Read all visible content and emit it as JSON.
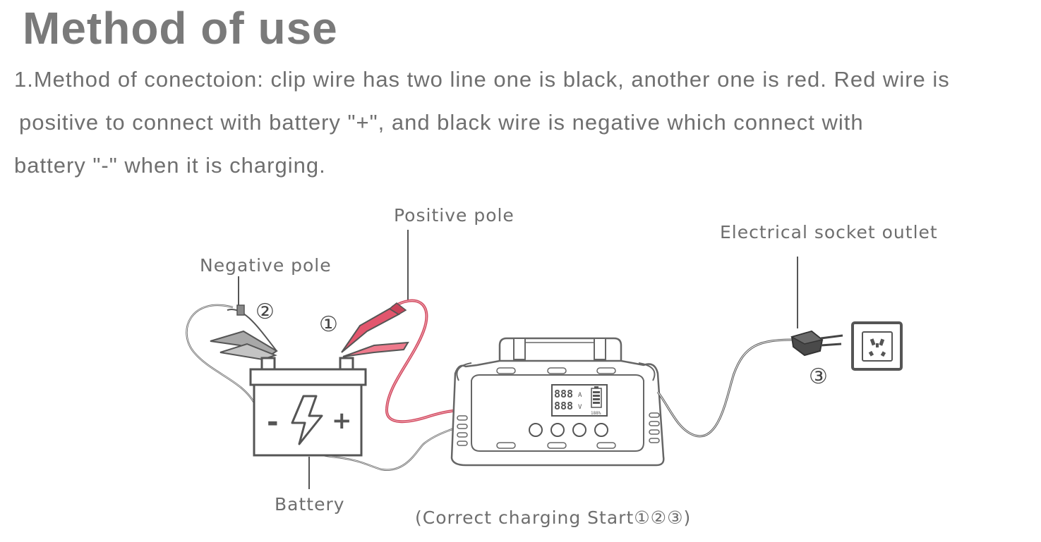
{
  "title": "Method of use",
  "paragraph": {
    "line1": "1.Method of conectoion: clip wire has two line one is black, another one is red. Red wire is",
    "line2": "positive to connect with battery \"+\", and black wire is negative which connect with",
    "line3": "battery \"-\" when it is charging."
  },
  "labels": {
    "positive_pole": "Positive pole",
    "negative_pole": "Negative pole",
    "socket": "Electrical socket outlet",
    "battery": "Battery",
    "caption": "(Correct charging Start①②③)"
  },
  "markers": {
    "one": "①",
    "two": "②",
    "three": "③"
  },
  "battery_symbols": {
    "minus": "-",
    "plus": "+"
  },
  "lcd": {
    "amps_digits": "888",
    "amps_unit": "A",
    "volts_digits": "888",
    "volts_unit": "V",
    "percent": "188%"
  },
  "colors": {
    "red_clamp": "#e2566d",
    "red_wire": "#d24d62",
    "outline": "#555555",
    "label_text": "#6e6e6e"
  }
}
